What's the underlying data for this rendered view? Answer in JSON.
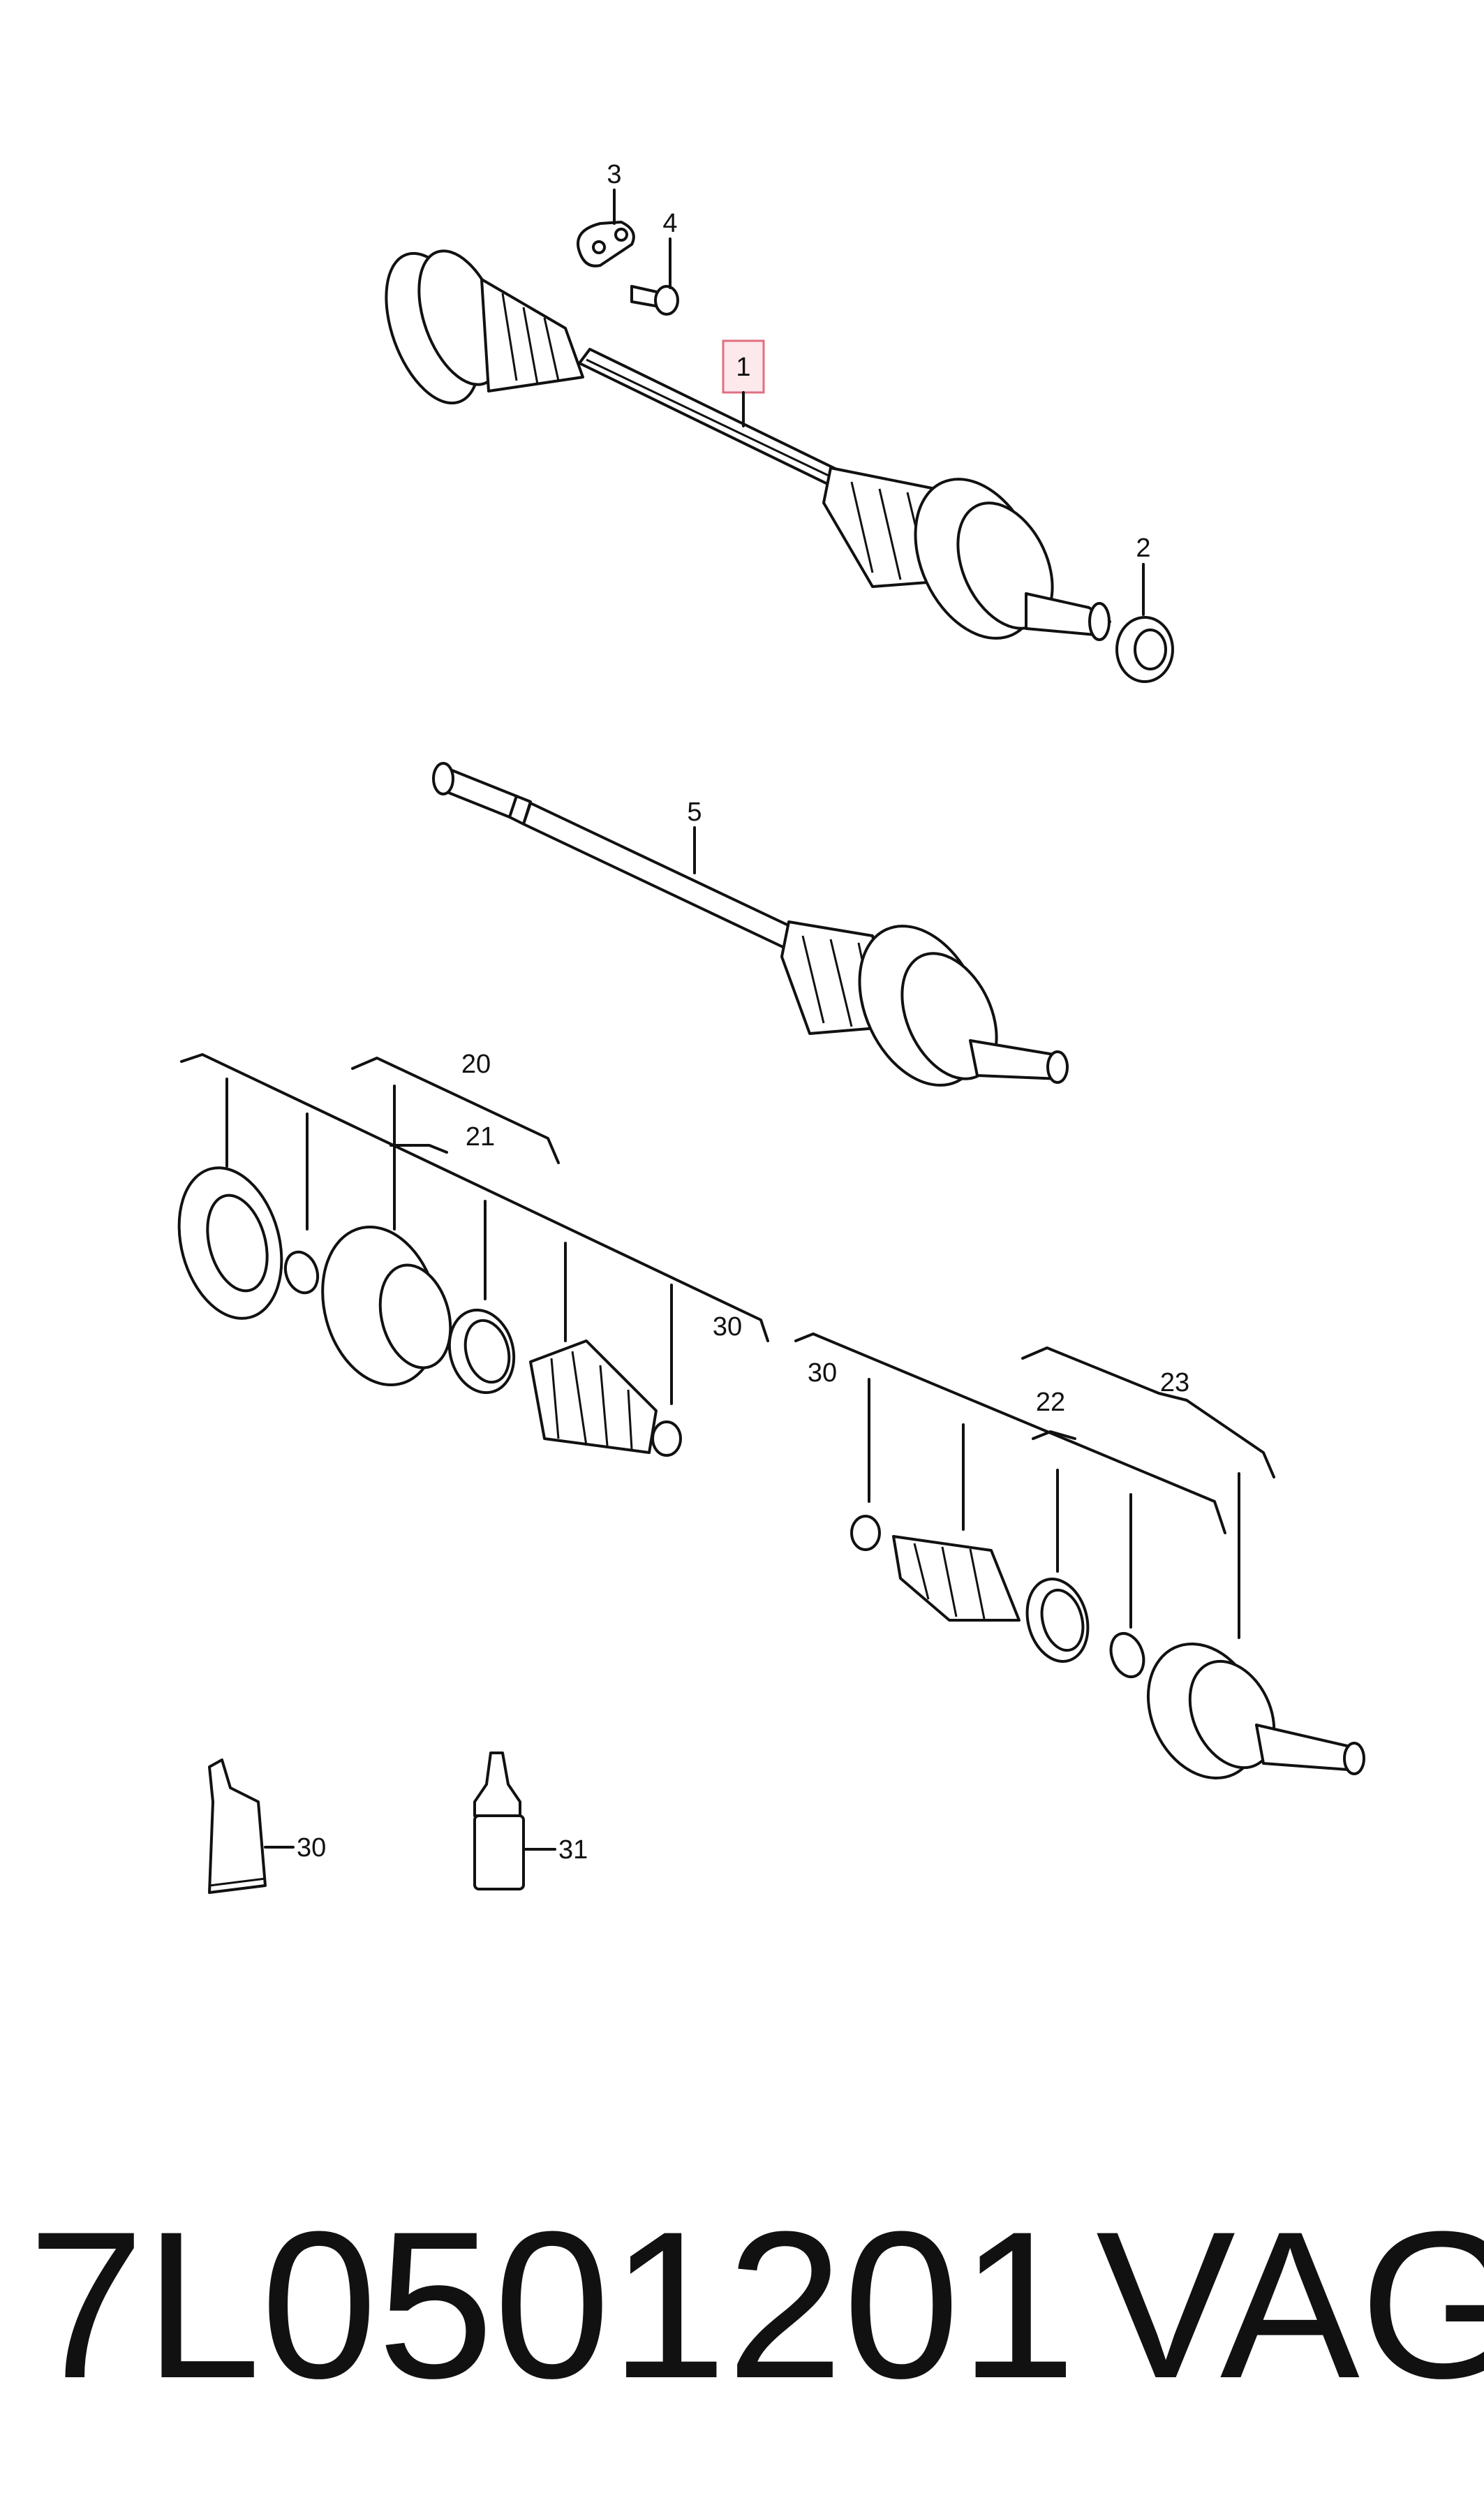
{
  "callouts": {
    "c1": "1",
    "c2": "2",
    "c3": "3",
    "c4": "4",
    "c5": "5",
    "c20": "20",
    "c21": "21",
    "c30a": "30",
    "c30b": "30",
    "c22": "22",
    "c23": "23",
    "c30c": "30",
    "c31": "31"
  },
  "highlight_color": "#e07080",
  "footer": {
    "part_number": "7L0501201",
    "brand": "VAG"
  }
}
